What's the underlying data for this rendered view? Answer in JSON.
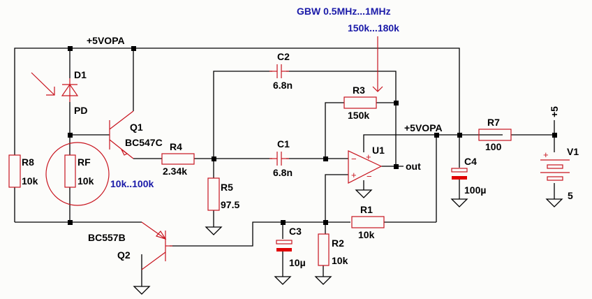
{
  "schematic": {
    "net_labels": {
      "vopa_top": "+5VOPA",
      "vopa_right": "+5VOPA",
      "plus5": "+5",
      "out": "out"
    },
    "annotations": {
      "gbw": "GBW 0.5MHz...1MHz",
      "r3_range": "150k...180k",
      "rf_range": "10k..100k"
    },
    "components": {
      "D1": {
        "ref": "D1",
        "value": "PD"
      },
      "Q1": {
        "ref": "Q1",
        "value": "BC547C"
      },
      "Q2": {
        "ref": "Q2",
        "value": "BC557B"
      },
      "R8": {
        "ref": "R8",
        "value": "10k"
      },
      "RF": {
        "ref": "RF",
        "value": "10k"
      },
      "R4": {
        "ref": "R4",
        "value": "2.34k"
      },
      "R5": {
        "ref": "R5",
        "value": "97.5"
      },
      "C2": {
        "ref": "C2",
        "value": "6.8n"
      },
      "C1": {
        "ref": "C1",
        "value": "6.8n"
      },
      "R3": {
        "ref": "R3",
        "value": "150k"
      },
      "U1": {
        "ref": "U1"
      },
      "C3": {
        "ref": "C3",
        "value": "10µ"
      },
      "R2": {
        "ref": "R2",
        "value": "10k"
      },
      "R1": {
        "ref": "R1",
        "value": "10k"
      },
      "C4": {
        "ref": "C4",
        "value": "100µ"
      },
      "R7": {
        "ref": "R7",
        "value": "100"
      },
      "V1": {
        "ref": "V1",
        "value": "5"
      }
    },
    "colors": {
      "wire": "#000000",
      "component": "#c8141e",
      "annotation": "#1a1aa8",
      "cap_plate": "#e00000"
    }
  }
}
